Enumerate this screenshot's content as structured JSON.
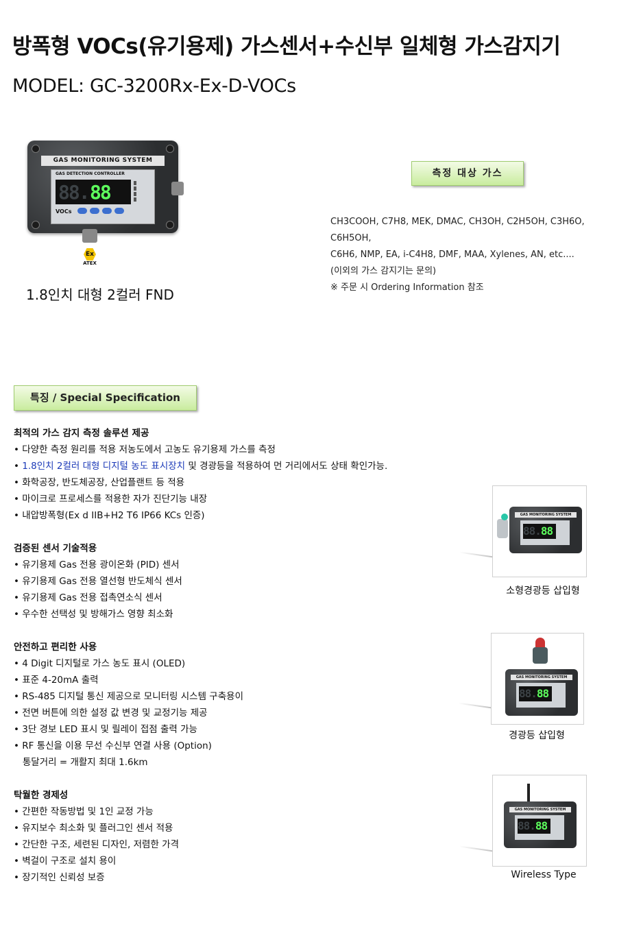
{
  "header": {
    "title": "방폭형 VOCs(유기용제) 가스센서+수신부 일체형 가스감지기",
    "model": "MODEL: GC-3200Rx-Ex-D-VOCs"
  },
  "device": {
    "head_label": "GAS MONITORING SYSTEM",
    "panel_title": "GAS DETECTION CONTROLLER",
    "digits_dim": "88.",
    "digits_lit": "88",
    "panel_label": "VOCs",
    "atex_symbol": "Ex",
    "atex_label": "ATEX",
    "caption": "1.8인치 대형 2컬러 FND"
  },
  "gas": {
    "title": "측정 대상 가스",
    "list_line1": "CH3COOH, C7H8, MEK, DMAC, CH3OH, C2H5OH, C3H6O, C6H5OH,",
    "list_line2": "C6H6, NMP, EA, i-C4H8, DMF, MAA, Xylenes, AN, etc....",
    "note1": "(이외의 가스 감지기는 문의)",
    "note2": "※ 주문 시 Ordering Information 참조"
  },
  "spec": {
    "title": "특징 / Special Specification",
    "sec1": {
      "heading": "최적의 가스 감지 측정 솔루션 제공",
      "i1": "• 다양한 측정 원리를 적용 저농도에서 고농도 유기용제 가스를 측정",
      "i2_bullet": "• ",
      "i2_blue": "1.8인치 2컬러 대형 디지털 농도 표시장치",
      "i2_rest": " 및 경광등을 적용하여 먼 거리에서도 상태 확인가능.",
      "i3": "• 화학공장, 반도체공장, 산업플랜트 등 적용",
      "i4": "• 마이크로 프로세스를 적용한 자가 진단기능 내장",
      "i5": "• 내압방폭형(Ex d IIB+H2 T6 IP66 KCs 인증)"
    },
    "sec2": {
      "heading": "검증된 센서 기술적용",
      "i1": "• 유기용제 Gas 전용 광이온화 (PID) 센서",
      "i2": "• 유기용제 Gas 전용 열선형 반도체식 센서",
      "i3": "• 유기용제 Gas 전용 접촉연소식 센서",
      "i4": "• 우수한 선택성 및 방해가스 영향 최소화"
    },
    "sec3": {
      "heading": "안전하고 편리한 사용",
      "i1": "•  4 Digit 디지털로 가스 농도 표시 (OLED)",
      "i2": "•  표준 4-20mA 출력",
      "i3": "•  RS-485 디지털 통신 제공으로 모니터링 시스템 구축용이",
      "i4": "•  전면 버튼에 의한 설정 값 변경 및 교정기능 제공",
      "i5": "•  3단 경보 LED 표시 및 릴레이 접점 출력 가능",
      "i6": "•  RF 통신을 이용 무선 수신부 연결 사용 (Option)",
      "i7": "   통달거리 = 개활지 최대 1.6km"
    },
    "sec4": {
      "heading": "탁월한 경제성",
      "i1": "•  간편한 작동방법 및 1인 교정 가능",
      "i2": "•  유지보수 최소화 및 플러그인 센서 적용",
      "i3": "•  간단한 구조, 세련된 디자인, 저렴한 가격",
      "i4": "•  벽걸이 구조로 설치 용이",
      "i5": "•  장기적인 신뢰성 보증"
    }
  },
  "variants": [
    {
      "caption": "소형경광등 삽입형",
      "head": "GAS MONITORING SYSTEM",
      "dim": "88.",
      "lit": "88"
    },
    {
      "caption": "경광등 삽입형",
      "head": "GAS MONITORING SYSTEM",
      "dim": "88.",
      "lit": "88"
    },
    {
      "caption": "Wireless Type",
      "head": "GAS MONITORING SYSTEM",
      "dim": "88.",
      "lit": "88"
    }
  ],
  "colors": {
    "accent_green": "#c9ec9e",
    "link_blue": "#1c3ab8",
    "display_green": "#5dff5d"
  }
}
